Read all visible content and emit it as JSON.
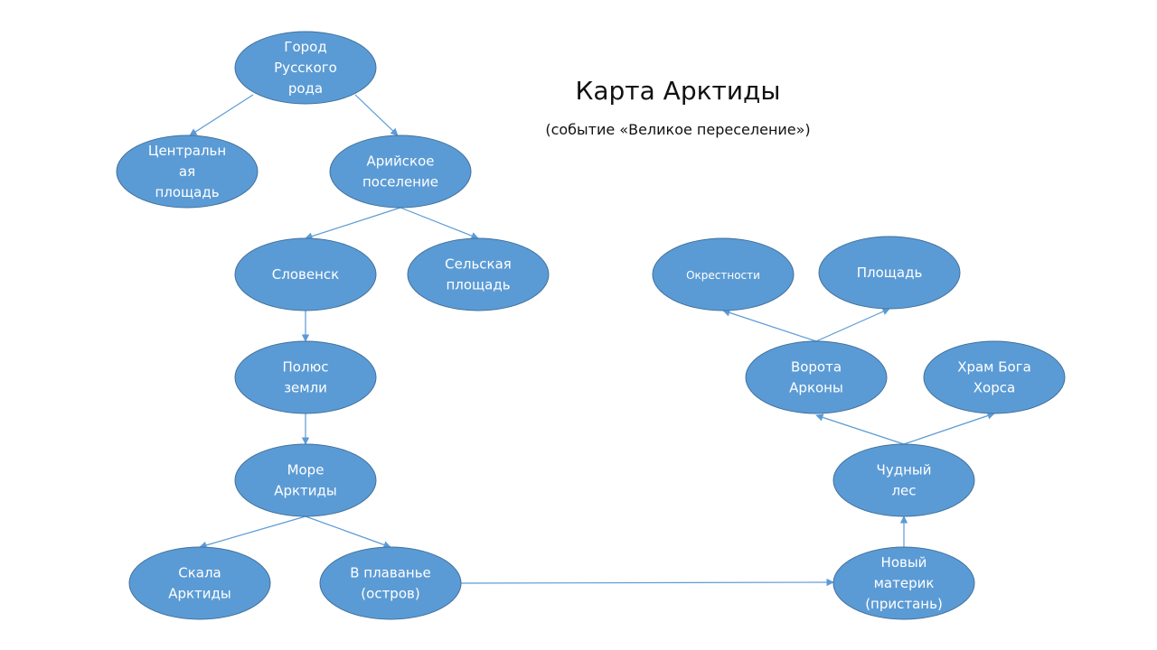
{
  "title": "Карта Арктиды",
  "subtitle": "(событие «Великое переселение»)",
  "colors": {
    "node_fill": "#5B9BD5",
    "node_stroke": "#41719C",
    "edge": "#5B9BD5",
    "node_text": "#FFFFFF"
  },
  "nodes": [
    {
      "id": "gorod",
      "lines": [
        "Город",
        "Русского",
        "рода"
      ]
    },
    {
      "id": "centr",
      "lines": [
        "Центральн",
        "ая",
        "площадь"
      ]
    },
    {
      "id": "ariy",
      "lines": [
        "Арийское",
        "поселение"
      ]
    },
    {
      "id": "slovensk",
      "lines": [
        "Словенск"
      ]
    },
    {
      "id": "selsk",
      "lines": [
        "Сельская",
        "площадь"
      ]
    },
    {
      "id": "polus",
      "lines": [
        "Полюс",
        "земли"
      ]
    },
    {
      "id": "more",
      "lines": [
        "Море",
        "Арктиды"
      ]
    },
    {
      "id": "skala",
      "lines": [
        "Скала",
        "Арктиды"
      ]
    },
    {
      "id": "plavanie",
      "lines": [
        "В плаванье",
        "(остров)"
      ]
    },
    {
      "id": "noviy",
      "lines": [
        "Новый",
        "материк",
        "(пристань)"
      ]
    },
    {
      "id": "chudny",
      "lines": [
        "Чудный",
        "лес"
      ]
    },
    {
      "id": "vorota",
      "lines": [
        "Ворота",
        "Арконы"
      ]
    },
    {
      "id": "hram",
      "lines": [
        "Храм Бога",
        "Хорса"
      ]
    },
    {
      "id": "okrest",
      "lines": [
        "Окрестности"
      ],
      "small": true
    },
    {
      "id": "ploshad",
      "lines": [
        "Площадь"
      ]
    }
  ],
  "edges": [
    {
      "from": "gorod",
      "to": "centr"
    },
    {
      "from": "gorod",
      "to": "ariy"
    },
    {
      "from": "ariy",
      "to": "slovensk"
    },
    {
      "from": "ariy",
      "to": "selsk"
    },
    {
      "from": "slovensk",
      "to": "polus"
    },
    {
      "from": "polus",
      "to": "more"
    },
    {
      "from": "more",
      "to": "skala"
    },
    {
      "from": "more",
      "to": "plavanie"
    },
    {
      "from": "plavanie",
      "to": "noviy"
    },
    {
      "from": "noviy",
      "to": "chudny"
    },
    {
      "from": "chudny",
      "to": "vorota"
    },
    {
      "from": "chudny",
      "to": "hram"
    },
    {
      "from": "vorota",
      "to": "okrest"
    },
    {
      "from": "vorota",
      "to": "ploshad"
    }
  ]
}
